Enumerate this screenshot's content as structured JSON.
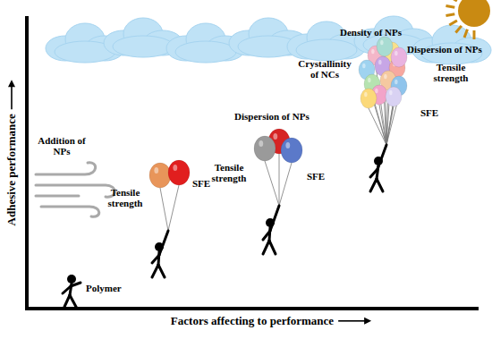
{
  "diagram": {
    "labels": [
      "Adhesive performance",
      "Factors affecting to performance",
      "Polymer",
      "Addition of NPs",
      "Tensile strength",
      "SFE",
      "Dispersion of NPs",
      "Tensile strength",
      "SFE",
      "Crystallinity of NCs",
      "Density of NPs",
      "Dispersion of NPs",
      "Tensile strength",
      "SFE"
    ]
  }
}
